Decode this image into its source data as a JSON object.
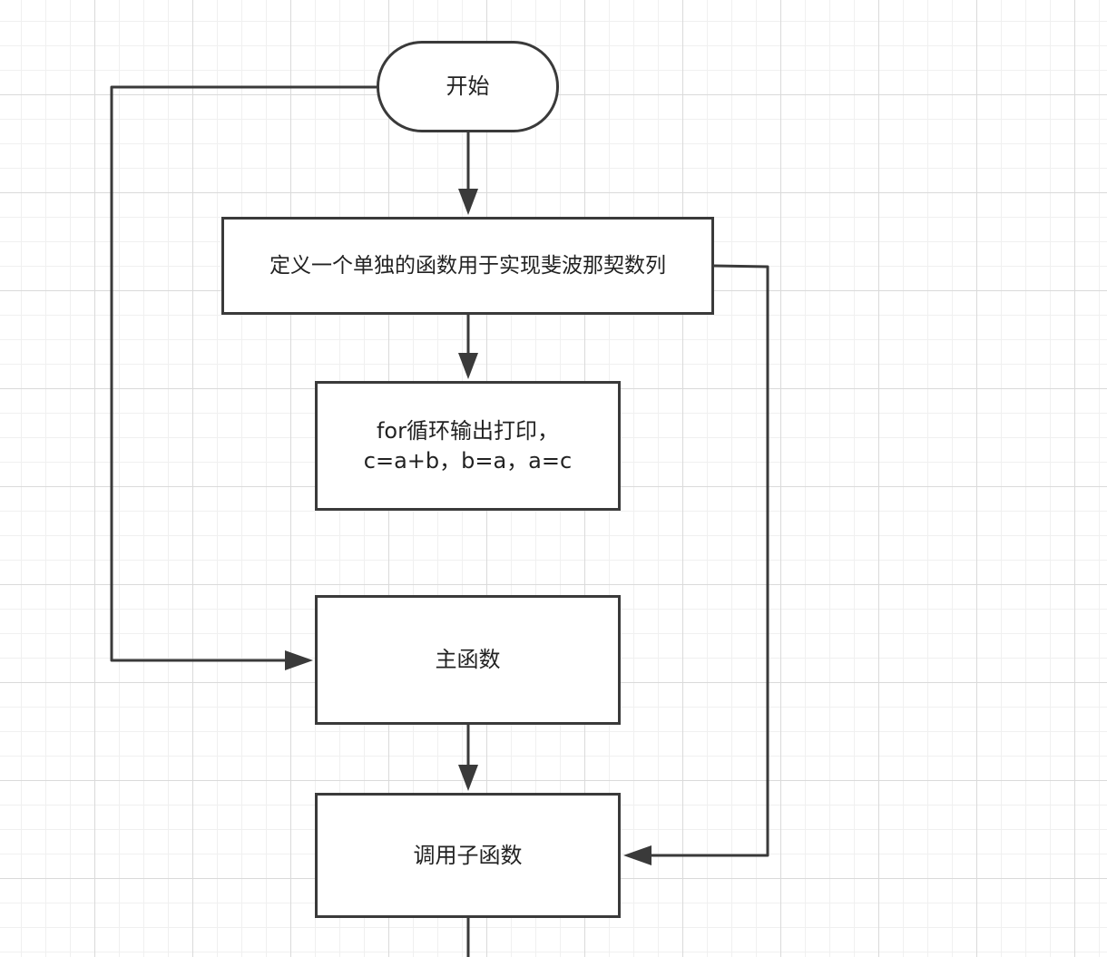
{
  "diagram": {
    "nodes": {
      "start": {
        "label": "开始",
        "shape": "terminal"
      },
      "define": {
        "label": "定义一个单独的函数用于实现斐波那契数列",
        "shape": "process"
      },
      "loop": {
        "line1": "for循环输出打印，",
        "line2": "c=a+b，b=a，a=c",
        "shape": "process"
      },
      "main": {
        "label": "主函数",
        "shape": "process"
      },
      "call": {
        "label": "调用子函数",
        "shape": "process"
      }
    },
    "edges": [
      {
        "from": "start",
        "to": "define"
      },
      {
        "from": "define",
        "to": "loop"
      },
      {
        "from": "start",
        "to": "main"
      },
      {
        "from": "main",
        "to": "call"
      },
      {
        "from": "define",
        "to": "call"
      },
      {
        "from": "call",
        "to": "continues-below"
      }
    ],
    "colors": {
      "line": "#3a3a3a",
      "grid": "#dadada",
      "background": "#ffffff"
    }
  }
}
